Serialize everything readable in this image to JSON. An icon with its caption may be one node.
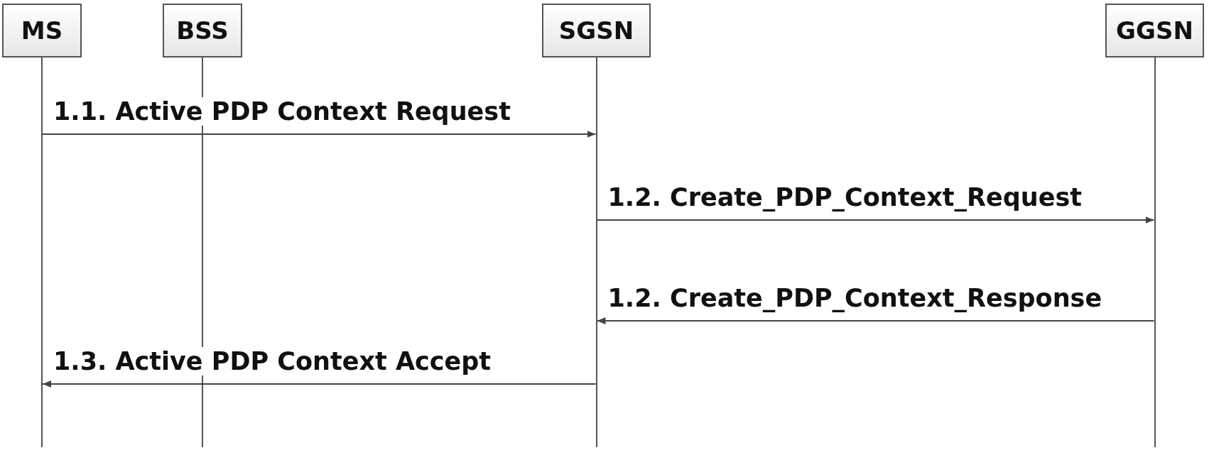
{
  "diagram": {
    "nodes": [
      {
        "text": [
          "MS"
        ]
      },
      {
        "text": [
          "BSS"
        ]
      },
      {
        "text": [
          "SGSN"
        ]
      },
      {
        "text": [
          "GGSN"
        ]
      }
    ],
    "edges": [
      {
        "from": 0,
        "to": 2,
        "arrow": "to",
        "label": "1.1. Active PDP Context Request"
      },
      {
        "from": 2,
        "to": 3,
        "arrow": "to",
        "label": "1.2. Create_PDP_Context_Request"
      },
      {
        "from": 3,
        "to": 2,
        "arrow": "to",
        "label": "1.2. Create_PDP_Context_Response"
      },
      {
        "from": 2,
        "to": 0,
        "arrow": "to",
        "label": "1.3. Active PDP Context Accept"
      }
    ]
  }
}
